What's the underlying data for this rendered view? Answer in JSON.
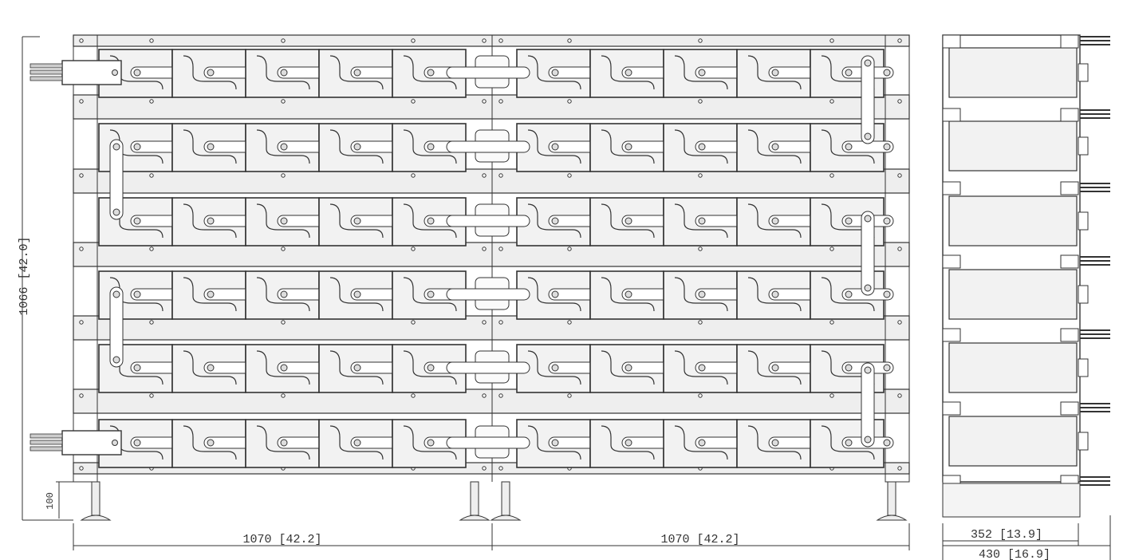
{
  "dimensions": {
    "height_label": "1066 [42.0]",
    "foot_label": "100",
    "left_width_label": "1070 [42.2]",
    "right_width_label": "1070 [42.2]",
    "side_depth_label": "352 [13.9]",
    "side_total_label": "430 [16.9]"
  },
  "rack": {
    "rows": 6,
    "batteries_per_side": 5
  },
  "colors": {
    "line": "#333333",
    "battery_fill": "#f2f2f2",
    "bar_fill": "#eeeeee",
    "background": "#ffffff"
  }
}
